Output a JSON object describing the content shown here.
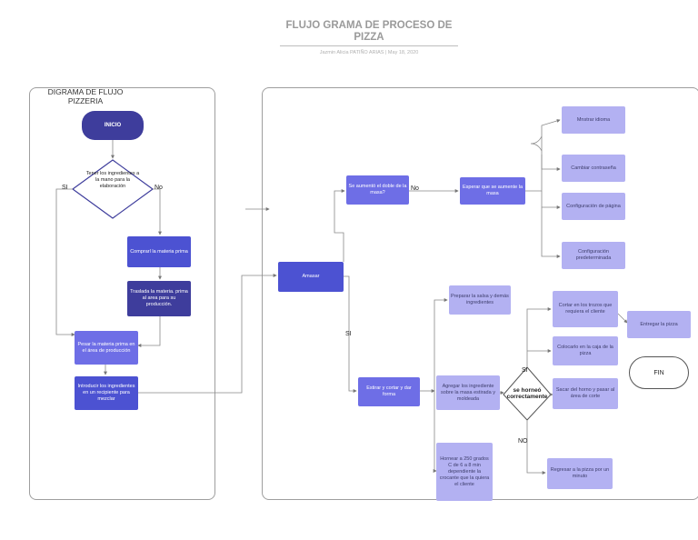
{
  "header": {
    "title": "FLUJO GRAMA DE PROCESO DE PIZZA",
    "byline": "Jazmin Alicia PATIÑO ARIAS | May 18, 2020"
  },
  "left_panel": {
    "label": "DIGRAMA DE FLUJO PIZZERIA",
    "start": "INICIO",
    "decision": "Tener los ingredientes a la mano para la elaboración",
    "yes_label": "SI",
    "no_label": "No",
    "buy": "Comprarl la materia prima",
    "move": "Traslada la materia. prima al area para su producción.",
    "weigh": "Pesar la materia prima en el área de producción",
    "mix": "Introducir los ingredientes en un recipiente para mezclar"
  },
  "right_panel": {
    "knead": "Amasar",
    "rise_q": "Se aumentó el doble de la masa?",
    "no_label": "No",
    "wait": "Esperar que se aumente la masa",
    "change_lang": "Mnstrar idioma",
    "change_pass": "Cambiar contraseña",
    "page_config": "Configuración de página",
    "default_config": "Configuración predeterminada",
    "si_label": "SI",
    "stretch": "Estirar y cortar y dar forma",
    "prepare": "Preparar la salsa y demás ingredientes",
    "add": "Agregar los ingrediente sobre la masa estirada y moldeada",
    "bake": "Hornear a 250 grados C de 6 a 8 min dependiente la crocante que la quiera el cliente",
    "baked_q": "se horneó correctamente",
    "si2_label": "SI",
    "no2_label": "NO",
    "cut": "Cortar en los trozos que requiera el cliente",
    "box": "Colocarlo en la caja de la pizza",
    "remove": "Sacar del horno y pasar al área de corte",
    "deliver": "Entregar la pizza",
    "end": "FIN",
    "return": "Regresar a la pizza por un minuto"
  }
}
